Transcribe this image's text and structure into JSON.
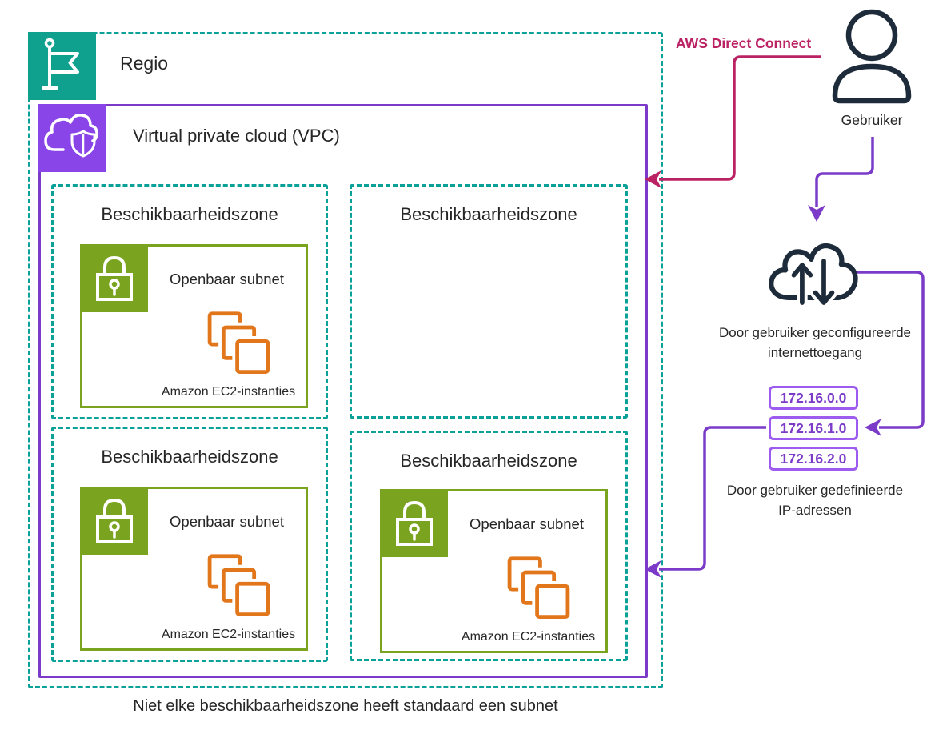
{
  "colors": {
    "teal_border": "#0AA199",
    "region_icon_bg": "#10A08E",
    "vpc_border": "#7B3BC8",
    "vpc_icon_bg": "#8A45E8",
    "subnet_green": "#7AA420",
    "ec2_orange": "#E2761B",
    "direct_connect_pink": "#BB2264",
    "arrow_purple": "#7B3BC8",
    "ip_box_border": "#9D5BF0",
    "icon_navy": "#1D2B3A"
  },
  "region": {
    "label": "Regio",
    "icon": "flag-icon"
  },
  "vpc": {
    "label": "Virtual private cloud (VPC)",
    "icon": "cloud-shield-icon"
  },
  "availability_zones": [
    {
      "label": "Beschikbaarheidszone",
      "has_subnet": true
    },
    {
      "label": "Beschikbaarheidszone",
      "has_subnet": false
    },
    {
      "label": "Beschikbaarheidszone",
      "has_subnet": true
    },
    {
      "label": "Beschikbaarheidszone",
      "has_subnet": true
    }
  ],
  "subnet": {
    "label": "Openbaar subnet",
    "icon": "lock-icon",
    "instances_label": "Amazon EC2-instanties",
    "instances_icon": "stacked-squares-icon"
  },
  "user": {
    "label": "Gebruiker",
    "icon": "person-icon"
  },
  "direct_connect": {
    "label": "AWS Direct Connect"
  },
  "internet_access": {
    "icon": "cloud-up-down-arrows-icon",
    "label_line1": "Door gebruiker geconfigureerde",
    "label_line2": "internettoegang"
  },
  "ip_addresses": {
    "values": [
      "172.16.0.0",
      "172.16.1.0",
      "172.16.2.0"
    ],
    "label_line1": "Door gebruiker gedefinieerde",
    "label_line2": "IP-adressen"
  },
  "footnote": "Niet elke beschikbaarheidszone heeft standaard een subnet"
}
